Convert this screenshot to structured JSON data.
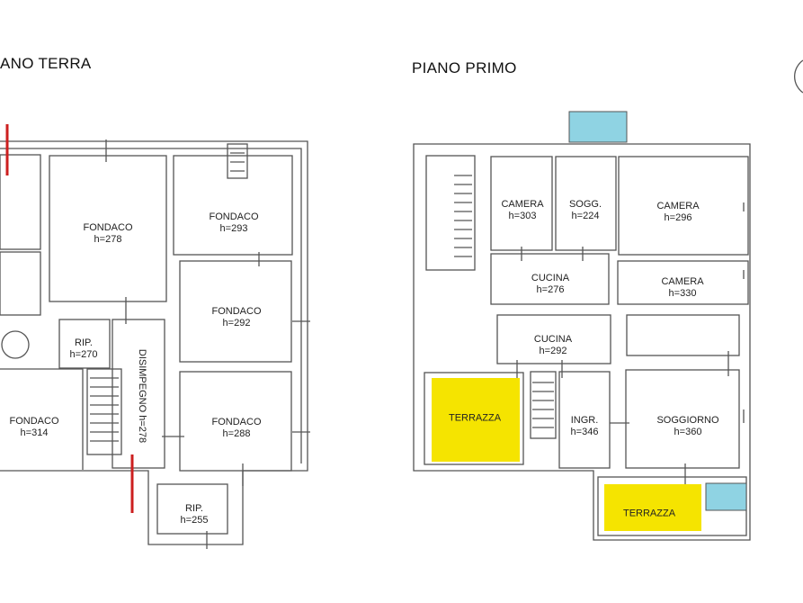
{
  "ground_floor": {
    "title": "ANO TERRA",
    "rooms": [
      {
        "name": "FONDACO",
        "height": "h=278"
      },
      {
        "name": "FONDACO",
        "height": "h=293"
      },
      {
        "name": "FONDACO",
        "height": "h=292"
      },
      {
        "name": "RIP.",
        "height": "h=270"
      },
      {
        "name": "DISIMPEGNO h=278"
      },
      {
        "name": "FONDACO",
        "height": "h=314"
      },
      {
        "name": "FONDACO",
        "height": "h=288"
      },
      {
        "name": "RIP.",
        "height": "h=255"
      }
    ]
  },
  "first_floor": {
    "title": "PIANO PRIMO",
    "rooms": [
      {
        "name": "CAMERA",
        "height": "h=303"
      },
      {
        "name": "SOGG.",
        "height": "h=224"
      },
      {
        "name": "CAMERA",
        "height": "h=296"
      },
      {
        "name": "CUCINA",
        "height": "h=276"
      },
      {
        "name": "CAMERA",
        "height": "h=330"
      },
      {
        "name": "CUCINA",
        "height": "h=292"
      },
      {
        "name": "TERRAZZA"
      },
      {
        "name": "INGR.",
        "height": "h=346"
      },
      {
        "name": "SOGGIORNO",
        "height": "h=360"
      },
      {
        "name": "TERRAZZA"
      }
    ]
  },
  "colors": {
    "terrace": "#f5e400",
    "water": "#8fd3e3",
    "marker": "#cc1f1f",
    "wall": "#555555"
  }
}
